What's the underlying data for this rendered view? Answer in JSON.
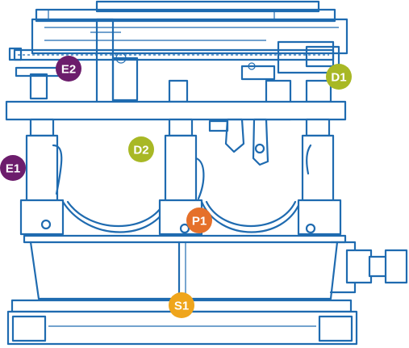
{
  "callouts": [
    {
      "id": "e2",
      "label": "E2",
      "color": "#6c1d6c"
    },
    {
      "id": "d1",
      "label": "D1",
      "color": "#a8b825"
    },
    {
      "id": "d2",
      "label": "D2",
      "color": "#a8b825"
    },
    {
      "id": "e1",
      "label": "E1",
      "color": "#6c1d6c"
    },
    {
      "id": "p1",
      "label": "P1",
      "color": "#e5702a"
    },
    {
      "id": "s1",
      "label": "S1",
      "color": "#efa51c"
    }
  ],
  "colors": {
    "outline": "#1f6bb0",
    "background": "#ffffff"
  }
}
